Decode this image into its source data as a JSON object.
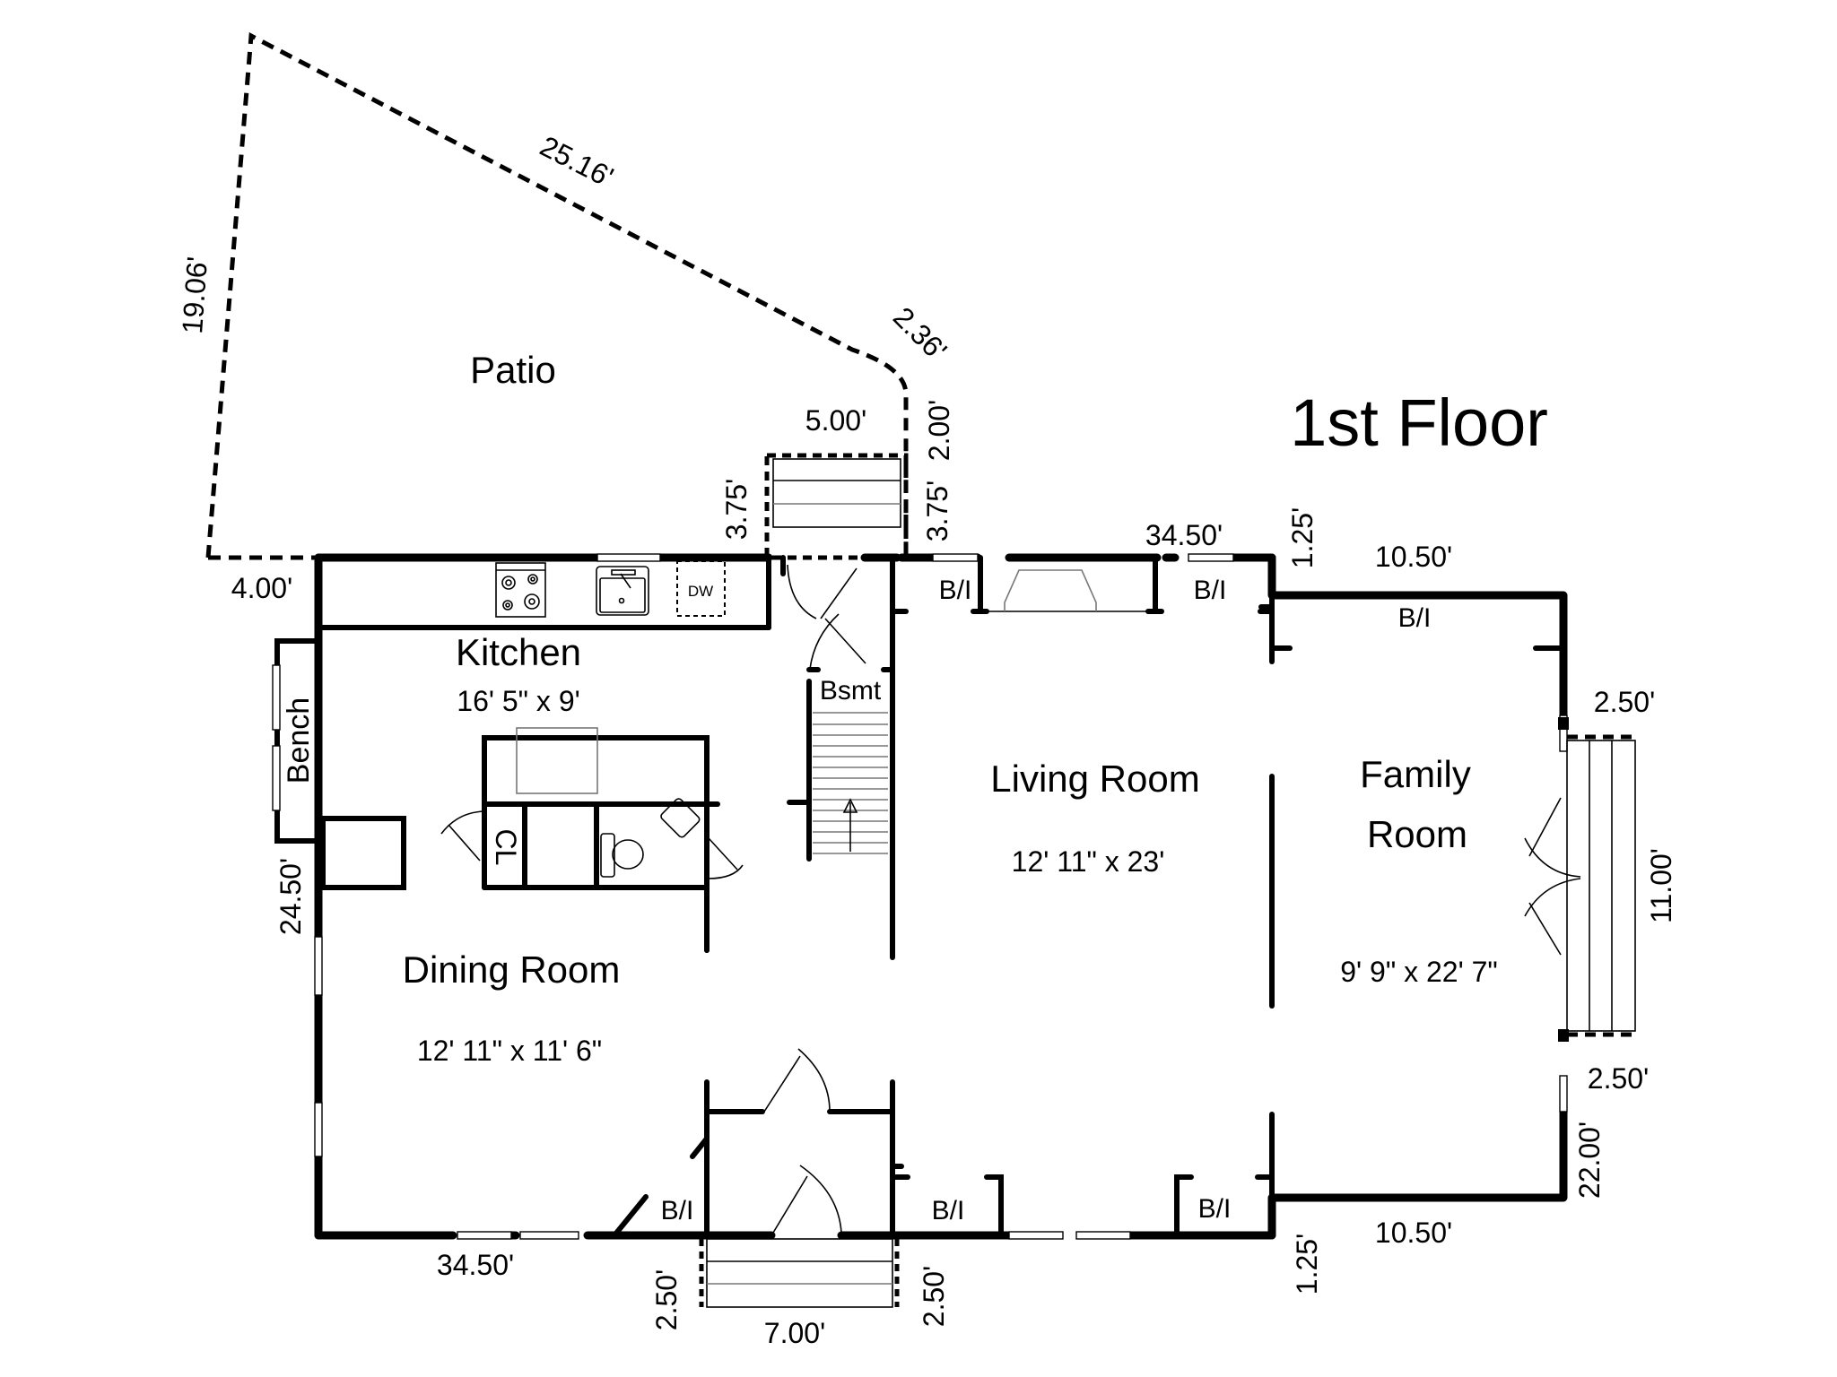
{
  "title": "1st Floor",
  "rooms": {
    "patio": {
      "name": "Patio"
    },
    "kitchen": {
      "name": "Kitchen",
      "size": "16' 5\" x 9'"
    },
    "dining": {
      "name": "Dining Room",
      "size": "12' 11\" x 11' 6\""
    },
    "living": {
      "name": "Living Room",
      "size": "12' 11\" x 23'"
    },
    "family": {
      "name_line1": "Family",
      "name_line2": "Room",
      "size": "9' 9\" x 22' 7\""
    }
  },
  "labels": {
    "bench": "Bench",
    "closet": "CL",
    "basement": "Bsmt",
    "dishwasher": "DW",
    "built_in": "B/I"
  },
  "dimensions": {
    "patio_left": "19.06'",
    "patio_diagonal": "25.16'",
    "patio_corner": "2.36'",
    "patio_step_right": "2.00'",
    "patio_bottom_left": "4.00'",
    "back_step_width": "5.00'",
    "back_step_left": "3.75'",
    "back_step_right": "3.75'",
    "top_wall": "34.50'",
    "top_jog": "1.25'",
    "family_top": "10.50'",
    "left_wall": "24.50'",
    "right_step_top": "2.50'",
    "right_step_length": "11.00'",
    "right_step_bottom": "2.50'",
    "right_wall": "22.00'",
    "bottom_wall": "34.50'",
    "bottom_jog": "1.25'",
    "family_bottom": "10.50'",
    "front_step_left": "2.50'",
    "front_step_width": "7.00'",
    "front_step_right": "2.50'"
  }
}
